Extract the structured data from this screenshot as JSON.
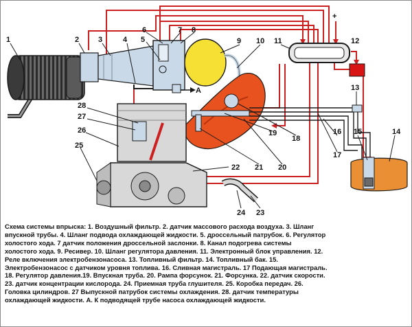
{
  "callouts": {
    "n1": "1",
    "n2": "2",
    "n3": "3",
    "n4": "4",
    "n5": "5",
    "n6": "6",
    "n7": "7",
    "n8": "8",
    "n9": "9",
    "n10": "10",
    "n11": "11",
    "n12": "12",
    "n13": "13",
    "n14": "14",
    "n15": "15",
    "n16": "16",
    "n17": "17",
    "n18": "18",
    "n19": "19",
    "n20": "20",
    "n21": "21",
    "n22": "22",
    "n23": "23",
    "n24": "24",
    "n25": "25",
    "n26": "26",
    "n27": "27",
    "n28": "28",
    "a": "А",
    "plus": "+"
  },
  "caption": {
    "lines": [
      "Схема системы впрыска: 1. Воздушный фильтр. 2. датчик массового расхода воздуха. 3. Шланг",
      "впускной трубы. 4. Шланг подвода охлаждающей жидкости. 5. дроссельный патрубок. 6. Регулятор",
      "холостого хода. 7 датчик положения дроссельной заслонки. 8. Канал подогрева системы",
      "холостого хода. 9. Ресивер. 10. Шланг регулятора давления. 11. Электронный блок управления. 12.",
      "Реле включения электробензонасоса. 13. Топливный фильтр. 14. Топливный бак. 15.",
      "Электробензонасос с датчиком уровня топлива. 16. Сливная магистраль. 17 Подающая магистраль.",
      "18. Регулятор давления.19. Впускная труба. 20. Рампа форсунок. 21. Форсунка. 22. датчик скорости.",
      "23. датчик концентрации кислорода. 24. Приемная труба глушителя. 25. Коробка передач. 26.",
      "Головка цилиндров. 27 Выпускной патрубок системы охлаждения. 28. датчик температуры",
      "охлаждающей жидкости. А. К подводящей трубе насоса охлаждающей жидкости."
    ]
  },
  "colors": {
    "wire": "#cc1f1f",
    "manifold": "#e8521e",
    "receiver": "#f5e033",
    "relay": "#d81414",
    "tank": "#ea8f33",
    "line": "#1a1a1a",
    "pipe_fill": "#c9d9e8",
    "engine_fill": "#d8d8d8"
  }
}
